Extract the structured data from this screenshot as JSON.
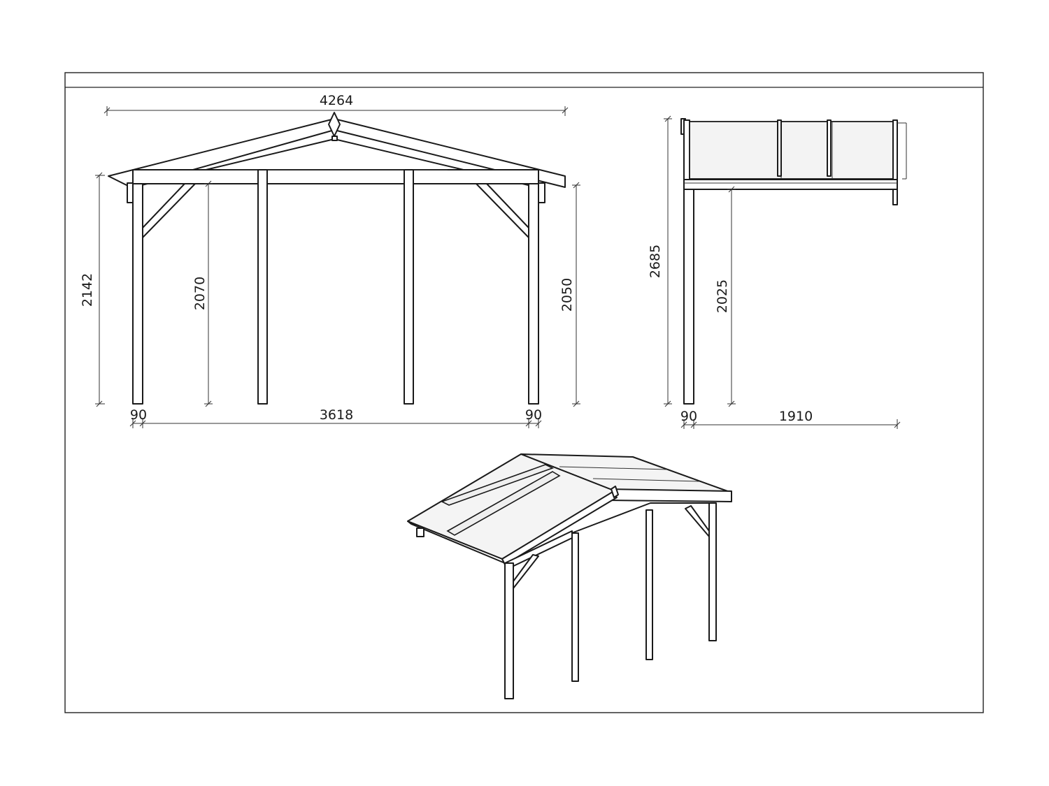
{
  "front_view": {
    "dim_total_width": "4264",
    "dim_left_height": "2142",
    "dim_inner_height": "2070",
    "dim_right_height": "2050",
    "dim_post_left": "90",
    "dim_span": "3618",
    "dim_post_right": "90"
  },
  "side_view": {
    "dim_total_height": "2685",
    "dim_clear_height": "2025",
    "dim_post": "90",
    "dim_depth": "1910"
  }
}
